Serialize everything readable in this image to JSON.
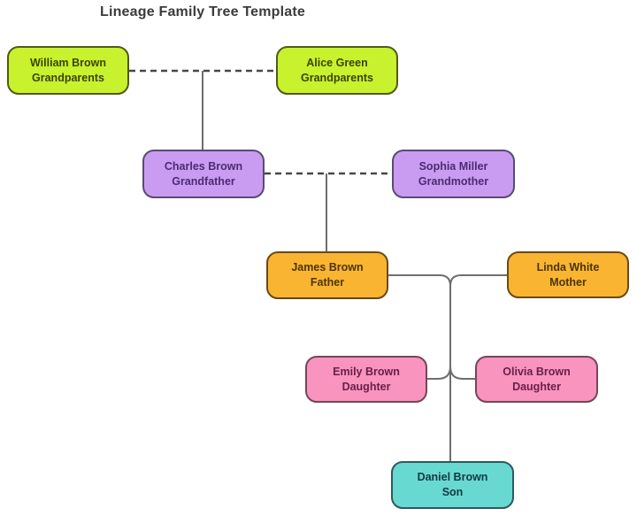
{
  "title": "Lineage Family Tree Template",
  "palette": {
    "grandparents_fill": "#c8f22d",
    "grandparent_fill": "#c99cf2",
    "parent_fill": "#f9b532",
    "daughter_fill": "#f994be",
    "son_fill": "#68d9d1",
    "solid_line": "#6e6e6e",
    "dashed_line": "#484848",
    "title_text": "#3b3b3b",
    "background": "#ffffff"
  },
  "nodes": [
    {
      "id": "william",
      "name": "William Brown",
      "role": "Grandparents"
    },
    {
      "id": "alice",
      "name": "Alice Green",
      "role": "Grandparents"
    },
    {
      "id": "charles",
      "name": "Charles Brown",
      "role": "Grandfather"
    },
    {
      "id": "sophia",
      "name": "Sophia Miller",
      "role": "Grandmother"
    },
    {
      "id": "james",
      "name": "James Brown",
      "role": "Father"
    },
    {
      "id": "linda",
      "name": "Linda White",
      "role": "Mother"
    },
    {
      "id": "emily",
      "name": "Emily Brown",
      "role": "Daughter"
    },
    {
      "id": "olivia",
      "name": "Olivia Brown",
      "role": "Daughter"
    },
    {
      "id": "daniel",
      "name": "Daniel Brown",
      "role": "Son"
    }
  ],
  "edges": [
    {
      "type": "spouse",
      "from": "William Brown",
      "to": "Alice Green",
      "style": "dashed"
    },
    {
      "type": "child",
      "from": "William Brown + Alice Green",
      "to": "Charles Brown",
      "style": "solid"
    },
    {
      "type": "spouse",
      "from": "Charles Brown",
      "to": "Sophia Miller",
      "style": "dashed"
    },
    {
      "type": "child",
      "from": "Charles Brown + Sophia Miller",
      "to": "James Brown",
      "style": "solid"
    },
    {
      "type": "spouse",
      "from": "James Brown",
      "to": "Linda White",
      "style": "solid"
    },
    {
      "type": "child",
      "from": "James Brown + Linda White",
      "to": "Emily Brown",
      "style": "solid"
    },
    {
      "type": "child",
      "from": "James Brown + Linda White",
      "to": "Olivia Brown",
      "style": "solid"
    },
    {
      "type": "child",
      "from": "James Brown + Linda White",
      "to": "Daniel Brown",
      "style": "solid"
    }
  ]
}
